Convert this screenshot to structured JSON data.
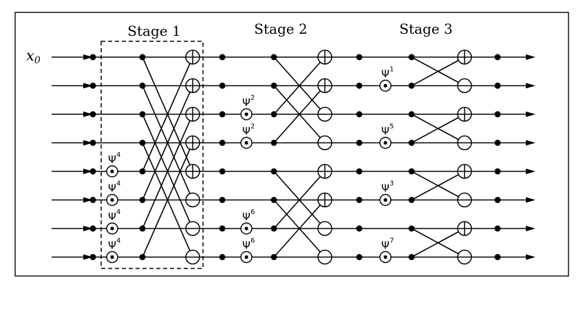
{
  "stages": [
    {
      "id": "stage-1",
      "label": "Stage 1"
    },
    {
      "id": "stage-2",
      "label": "Stage 2"
    },
    {
      "id": "stage-3",
      "label": "Stage 3"
    }
  ],
  "input_label": {
    "symbol": "x",
    "subscript": "0"
  },
  "lines": 8,
  "stage1": {
    "twiddles": [
      {
        "line": 4,
        "symbol": "Ψ",
        "power": "4"
      },
      {
        "line": 5,
        "symbol": "Ψ",
        "power": "4"
      },
      {
        "line": 6,
        "symbol": "Ψ",
        "power": "4"
      },
      {
        "line": 7,
        "symbol": "Ψ",
        "power": "4"
      }
    ],
    "butterfly_span": 4,
    "ops": [
      "+",
      "+",
      "+",
      "+",
      "+",
      "−",
      "−",
      "−"
    ]
  },
  "stage2": {
    "twiddles": [
      {
        "line": 2,
        "symbol": "Ψ",
        "power": "2"
      },
      {
        "line": 3,
        "symbol": "Ψ",
        "power": "2"
      },
      {
        "line": 6,
        "symbol": "Ψ",
        "power": "6"
      },
      {
        "line": 7,
        "symbol": "Ψ",
        "power": "6"
      }
    ],
    "butterfly_span": 2,
    "ops": [
      "+",
      "+",
      "−",
      "−",
      "+",
      "+",
      "−",
      "−"
    ]
  },
  "stage3": {
    "twiddles": [
      {
        "line": 1,
        "symbol": "Ψ",
        "power": "1"
      },
      {
        "line": 3,
        "symbol": "Ψ",
        "power": "5"
      },
      {
        "line": 5,
        "symbol": "Ψ",
        "power": "3"
      },
      {
        "line": 7,
        "symbol": "Ψ",
        "power": "7"
      }
    ],
    "butterfly_span": 1,
    "ops": [
      "+",
      "−",
      "+",
      "−",
      "+",
      "−",
      "+",
      "−"
    ]
  }
}
